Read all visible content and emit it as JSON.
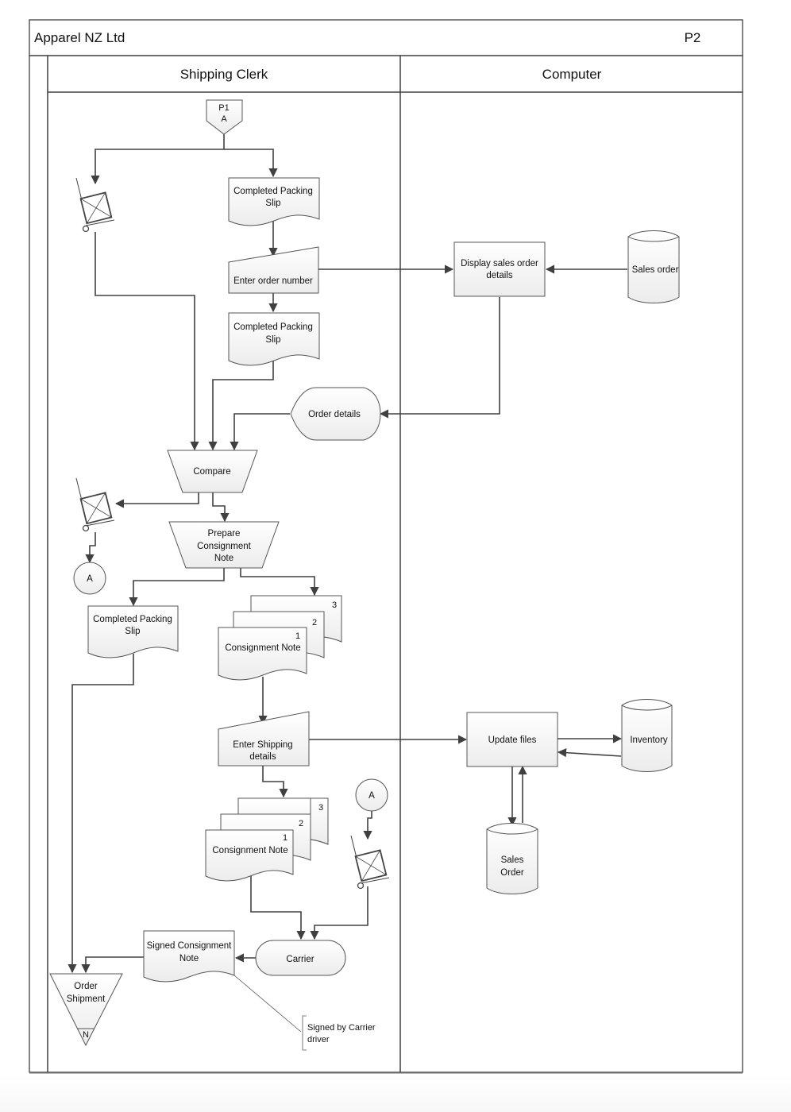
{
  "diagram": {
    "title": "Apparel NZ Ltd",
    "page_label": "P2",
    "lanes": [
      {
        "name": "Shipping Clerk"
      },
      {
        "name": "Computer"
      }
    ],
    "shapes": {
      "offpage_in": {
        "line1": "P1",
        "line2": "A"
      },
      "doc_packing_slip_1": {
        "line1": "Completed Packing",
        "line2": "Slip"
      },
      "manual_input_order": {
        "label": "Enter order number"
      },
      "doc_packing_slip_2": {
        "line1": "Completed Packing",
        "line2": "Slip"
      },
      "process_display": {
        "line1": "Display sales order",
        "line2": "details"
      },
      "db_sales_order": {
        "label": "Sales order"
      },
      "display_order_details": {
        "label": "Order details"
      },
      "manual_compare": {
        "label": "Compare"
      },
      "manual_prepare": {
        "line1": "Prepare",
        "line2": "Consignment",
        "line3": "Note"
      },
      "connector_a_out": {
        "label": "A"
      },
      "doc_packing_slip_3": {
        "line1": "Completed Packing",
        "line2": "Slip"
      },
      "multidoc_consignment_1": {
        "label": "Consignment Note",
        "copies": [
          "1",
          "2",
          "3"
        ]
      },
      "manual_input_shipping": {
        "line1": "Enter Shipping",
        "line2": "details"
      },
      "process_update": {
        "label": "Update files"
      },
      "db_inventory": {
        "label": "Inventory"
      },
      "db_sales_order_2": {
        "line1": "Sales",
        "line2": "Order"
      },
      "multidoc_consignment_2": {
        "label": "Consignment Note",
        "copies": [
          "1",
          "2",
          "3"
        ]
      },
      "connector_a_in": {
        "label": "A"
      },
      "terminator_carrier": {
        "label": "Carrier"
      },
      "doc_signed_note": {
        "line1": "Signed Consignment",
        "line2": "Note"
      },
      "file_order_shipment": {
        "line1": "Order",
        "line2": "Shipment",
        "sort": "N"
      },
      "annotation": {
        "line1": "Signed by Carrier",
        "line2": "driver"
      }
    }
  }
}
